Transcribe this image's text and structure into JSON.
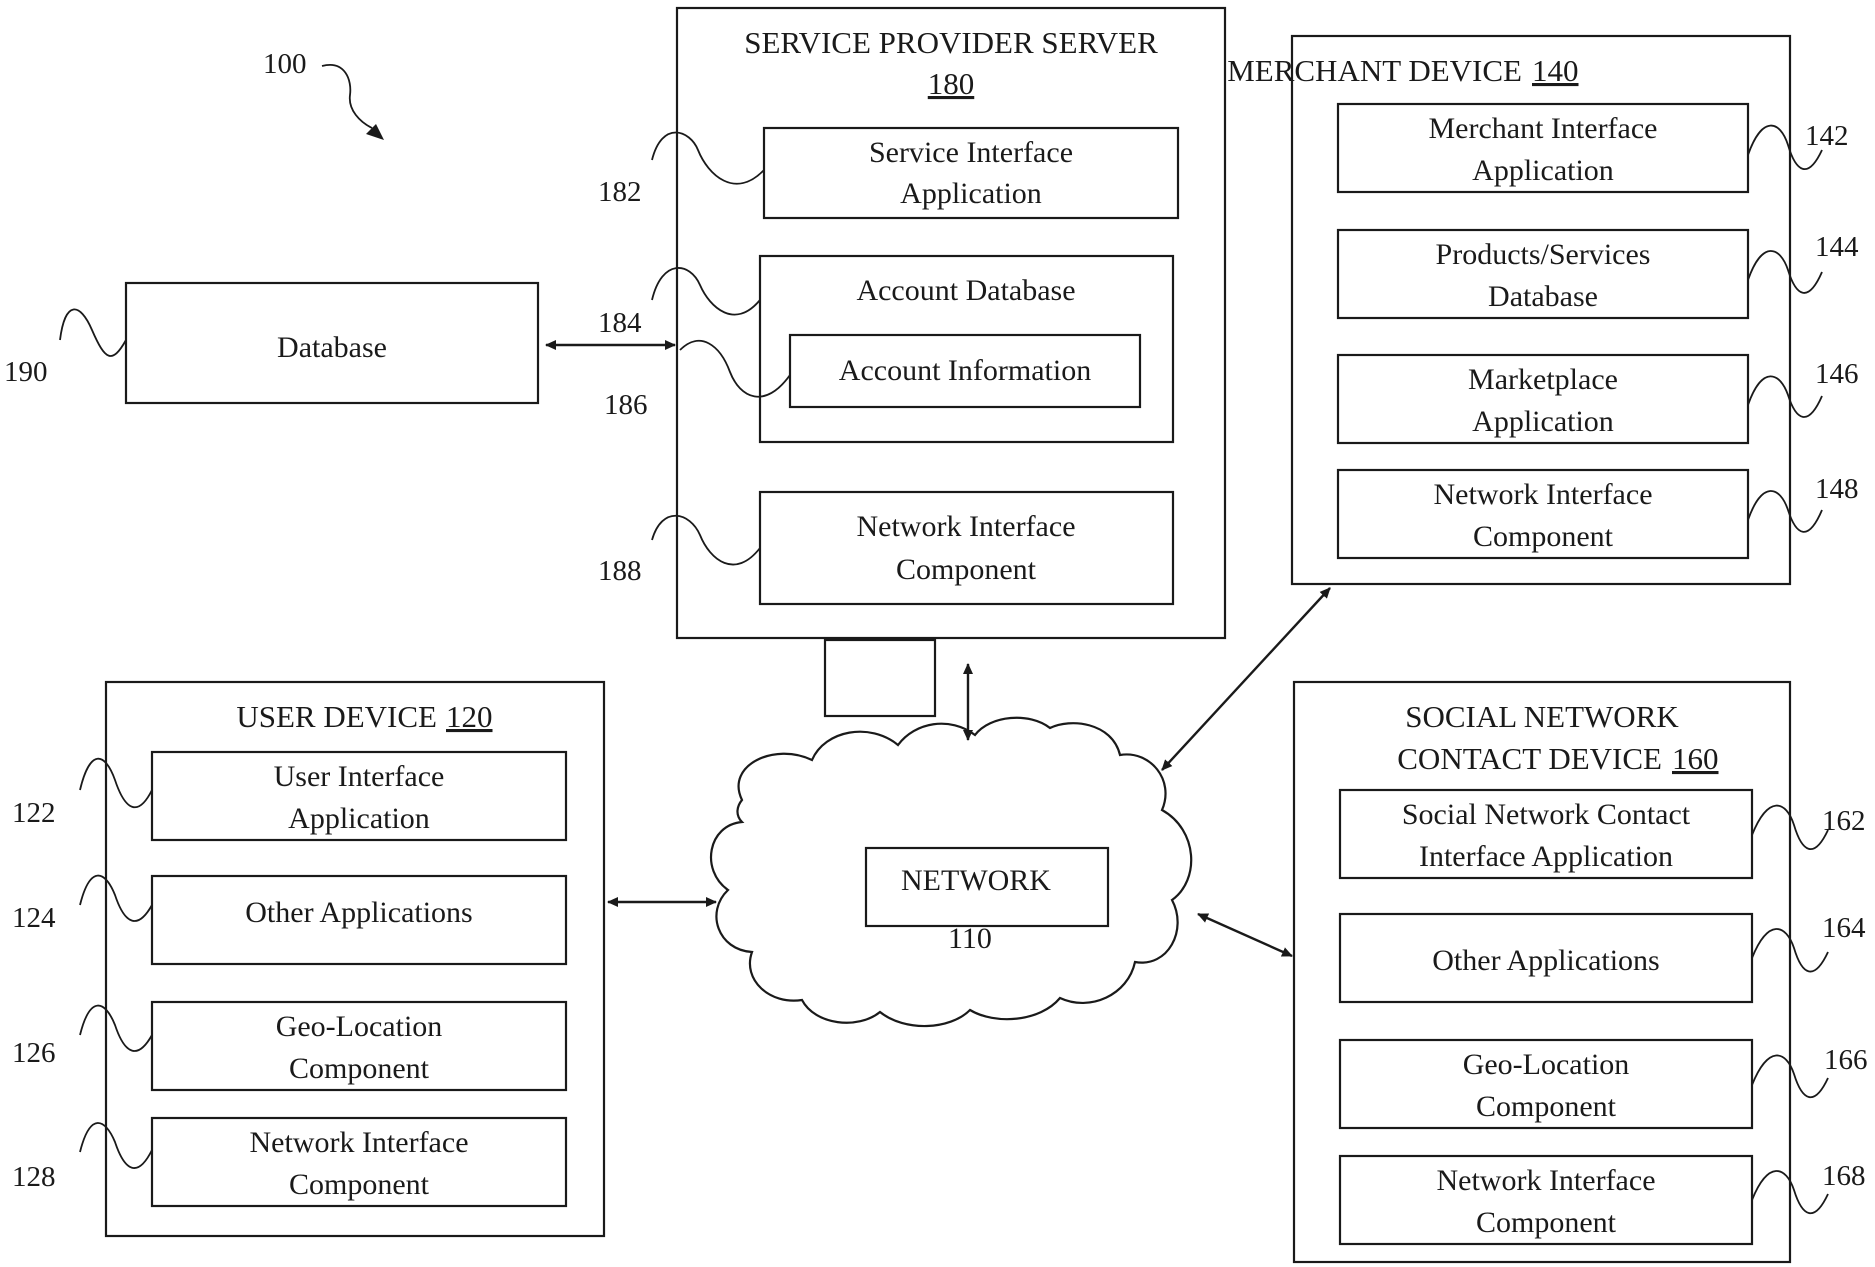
{
  "figure_ref": "100",
  "service_provider_server": {
    "title": "SERVICE PROVIDER SERVER",
    "ref": "180",
    "service_interface_app": {
      "line1": "Service Interface",
      "line2": "Application",
      "ref": "182"
    },
    "account_database": {
      "label": "Account Database",
      "ref": "184"
    },
    "account_information": {
      "label": "Account Information",
      "ref": "186"
    },
    "network_interface": {
      "line1": "Network Interface",
      "line2": "Component",
      "ref": "188"
    }
  },
  "database": {
    "label": "Database",
    "ref": "190"
  },
  "merchant_device": {
    "title": "MERCHANT DEVICE",
    "ref": "140",
    "merchant_interface_app": {
      "line1": "Merchant Interface",
      "line2": "Application",
      "ref": "142"
    },
    "products_services_db": {
      "line1": "Products/Services",
      "line2": "Database",
      "ref": "144"
    },
    "marketplace_app": {
      "line1": "Marketplace",
      "line2": "Application",
      "ref": "146"
    },
    "network_interface": {
      "line1": "Network Interface",
      "line2": "Component",
      "ref": "148"
    }
  },
  "user_device": {
    "title": "USER DEVICE",
    "ref": "120",
    "user_interface_app": {
      "line1": "User Interface",
      "line2": "Application",
      "ref": "122"
    },
    "other_applications": {
      "label": "Other Applications",
      "ref": "124"
    },
    "geo_location": {
      "line1": "Geo-Location",
      "line2": "Component",
      "ref": "126"
    },
    "network_interface": {
      "line1": "Network Interface",
      "line2": "Component",
      "ref": "128"
    }
  },
  "network": {
    "label": "NETWORK",
    "ref": "110"
  },
  "social_network_contact_device": {
    "title_line1": "SOCIAL NETWORK",
    "title_line2": "CONTACT DEVICE",
    "ref": "160",
    "interface_app": {
      "line1": "Social Network Contact",
      "line2": "Interface Application",
      "ref": "162"
    },
    "other_applications": {
      "label": "Other Applications",
      "ref": "164"
    },
    "geo_location": {
      "line1": "Geo-Location",
      "line2": "Component",
      "ref": "166"
    },
    "network_interface": {
      "line1": "Network Interface",
      "line2": "Component",
      "ref": "168"
    }
  }
}
